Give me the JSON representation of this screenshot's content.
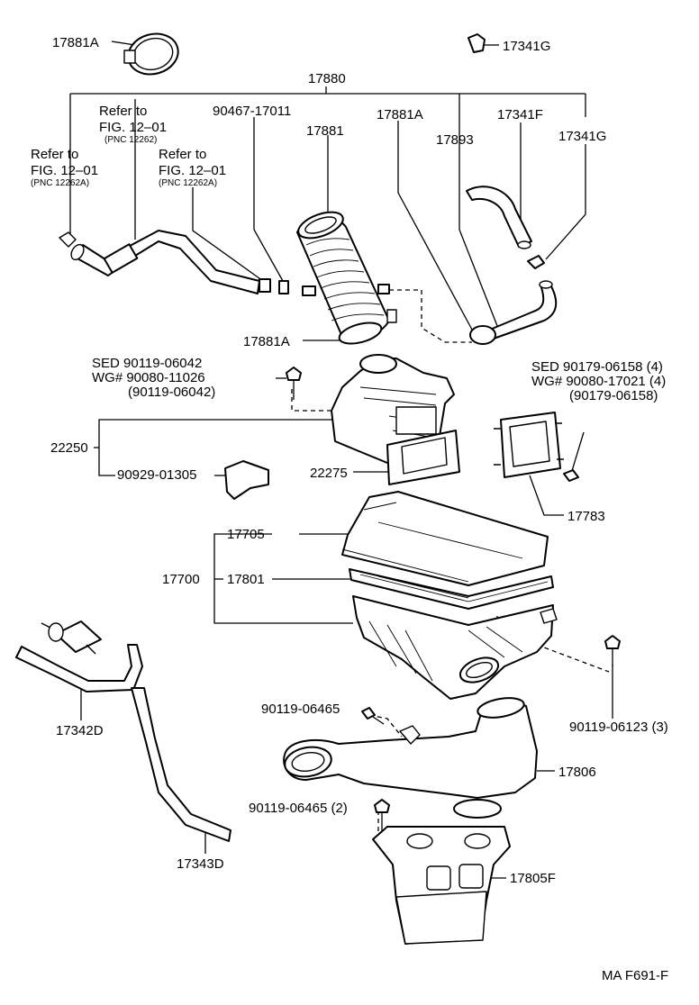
{
  "labels": {
    "l_17881A_top": "17881A",
    "l_17341G_top": "17341G",
    "l_17880": "17880",
    "l_refer1_a": "Refer to",
    "l_refer1_b": "FIG. 12–01",
    "l_refer1_c": "(PNC 12262)",
    "l_refer2_a": "Refer to",
    "l_refer2_b": "FIG. 12–01",
    "l_refer2_c": "(PNC 12262A)",
    "l_refer3_a": "Refer to",
    "l_refer3_b": "FIG. 12–01",
    "l_refer3_c": "(PNC 12262A)",
    "l_90467": "90467-17011",
    "l_17881": "17881",
    "l_17881A_mid": "17881A",
    "l_17893": "17893",
    "l_17341F": "17341F",
    "l_17341G_mid": "17341G",
    "l_17881A_low": "17881A",
    "l_sed1": "SED  90119-06042",
    "l_wg1": "WG# 90080-11026",
    "l_wg1b": "(90119-06042)",
    "l_sed2": "SED  90179-06158 (4)",
    "l_wg2": "WG# 90080-17021 (4)",
    "l_wg2b": "(90179-06158)",
    "l_22250": "22250",
    "l_90929": "90929-01305",
    "l_22275": "22275",
    "l_17783": "17783",
    "l_17705": "17705",
    "l_17700": "17700",
    "l_17801": "17801",
    "l_17342D": "17342D",
    "l_90119_06465": "90119-06465",
    "l_90119_06123": "90119-06123 (3)",
    "l_17806": "17806",
    "l_90119_06465_2": "90119-06465 (2)",
    "l_17805F": "17805F",
    "l_17343D": "17343D",
    "l_ref": "MA F691-F"
  }
}
